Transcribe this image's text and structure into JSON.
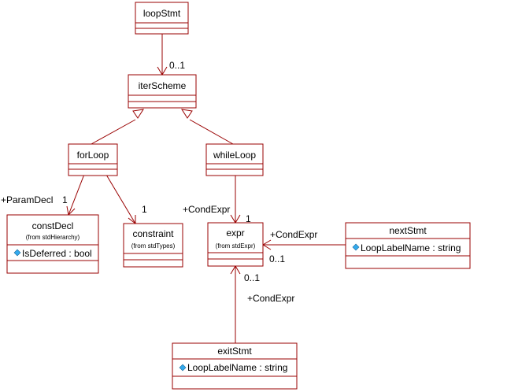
{
  "classes": {
    "loopStmt": {
      "name": "loopStmt"
    },
    "iterScheme": {
      "name": "iterScheme"
    },
    "forLoop": {
      "name": "forLoop"
    },
    "whileLoop": {
      "name": "whileLoop"
    },
    "constDecl": {
      "name": "constDecl",
      "from": "(from stdHierarchy)",
      "attr": "IsDeferred : bool"
    },
    "constraint": {
      "name": "constraint",
      "from": "(from stdTypes)"
    },
    "expr": {
      "name": "expr",
      "from": "(from stdExpr)"
    },
    "nextStmt": {
      "name": "nextStmt",
      "attr": "LoopLabelName : string"
    },
    "exitStmt": {
      "name": "exitStmt",
      "attr": "LoopLabelName : string"
    }
  },
  "labels": {
    "loop_iter_mult": "0..1",
    "forloop_paramdecl_role": "+ParamDecl",
    "forloop_paramdecl_mult": "1",
    "forloop_constraint_mult": "1",
    "while_condexpr_role": "+CondExpr",
    "while_condexpr_mult": "1",
    "next_condexpr_role": "+CondExpr",
    "next_condexpr_mult": "0..1",
    "exit_condexpr_mult": "0..1",
    "exit_condexpr_role": "+CondExpr"
  }
}
